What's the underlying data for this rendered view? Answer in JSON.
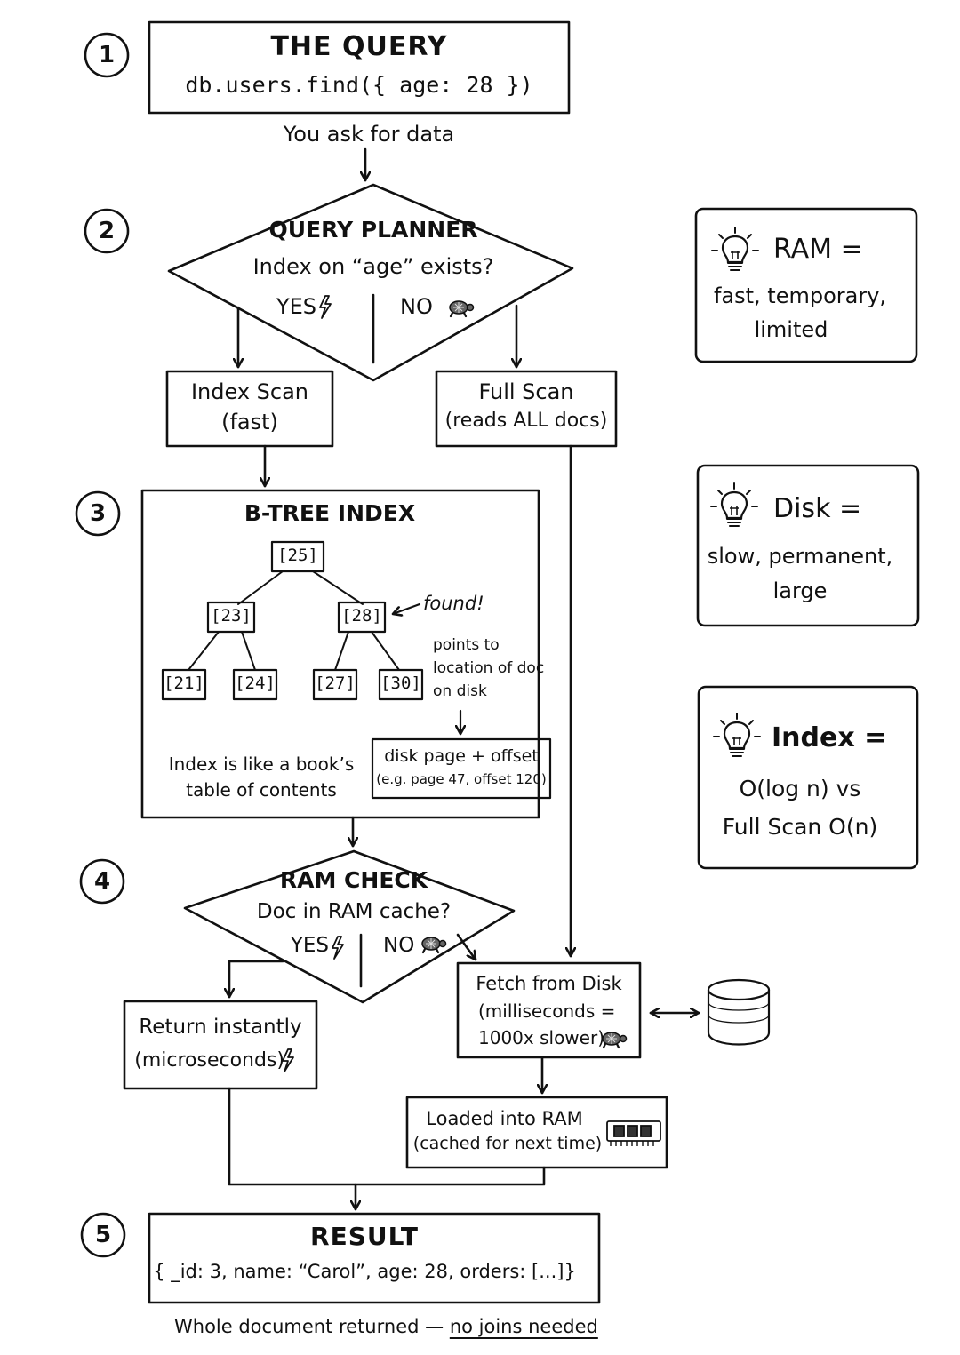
{
  "steps": [
    "1",
    "2",
    "3",
    "4",
    "5"
  ],
  "query": {
    "title": "THE QUERY",
    "code": "db.users.find({ age: 28 })",
    "caption": "You ask for data"
  },
  "planner": {
    "title": "QUERY PLANNER",
    "question": "Index on “age” exists?",
    "yes": "YES",
    "no": "NO"
  },
  "index_scan": {
    "line1": "Index Scan",
    "line2": "(fast)"
  },
  "full_scan": {
    "line1": "Full Scan",
    "line2": "(reads ALL docs)"
  },
  "btree": {
    "title": "B-TREE INDEX",
    "nodes": {
      "root": "[25]",
      "l": "[23]",
      "r": "[28]",
      "ll": "[21]",
      "lr": "[24]",
      "rl": "[27]",
      "rr": "[30]"
    },
    "found": "found!",
    "points_to": [
      "points to",
      "location of doc",
      "on disk"
    ],
    "pointer_box": [
      "disk page + offset",
      "(e.g. page 47, offset 120)"
    ],
    "analogy": [
      "Index is like a book’s",
      "table of contents"
    ]
  },
  "ram_check": {
    "title": "RAM CHECK",
    "question": "Doc in RAM cache?",
    "yes": "YES",
    "no": "NO"
  },
  "return_instantly": {
    "line1": "Return instantly",
    "line2": "(microseconds)"
  },
  "fetch_disk": {
    "line1": "Fetch from Disk",
    "line2": "(milliseconds =",
    "line3": "1000x slower)"
  },
  "loaded_ram": {
    "line1": "Loaded into RAM",
    "line2": "(cached for next time)"
  },
  "result": {
    "title": "RESULT",
    "doc": "{ _id: 3, name: “Carol”, age: 28, orders: [...]}",
    "caption_plain": "Whole document returned —",
    "caption_underlined": "no joins needed"
  },
  "tips": [
    {
      "heading": "RAM =",
      "lines": [
        "fast, temporary,",
        "limited"
      ]
    },
    {
      "heading": "Disk =",
      "lines": [
        "slow, permanent,",
        "large"
      ]
    },
    {
      "heading": "Index =",
      "lines": [
        "O(log n) vs",
        "Full Scan O(n)"
      ]
    }
  ],
  "icons": {
    "fast": "lightning-icon",
    "slow": "turtle-icon",
    "tip": "lightbulb-icon",
    "disk": "database-cylinder-icon",
    "ram": "ram-chip-icon"
  }
}
